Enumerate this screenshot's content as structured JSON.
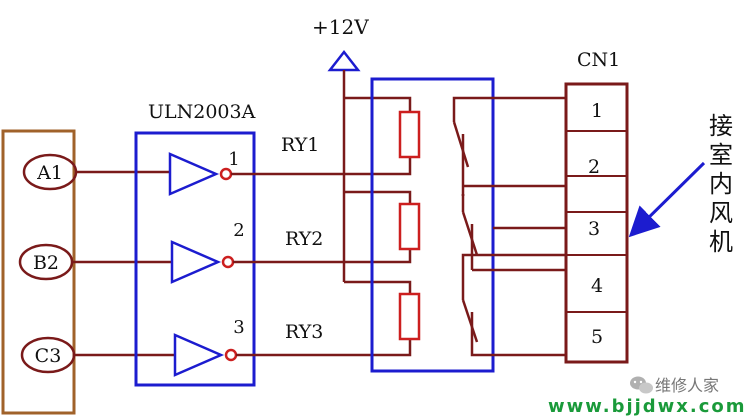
{
  "colors": {
    "wire": "#7a1a1a",
    "block": "#1c1ccf",
    "input_box": "#a0622a",
    "resistor": "#cc1f1f",
    "arrow": "#1c1ccf",
    "watermark": "#1a9a3a"
  },
  "supply": {
    "label": "+12V"
  },
  "inputs": [
    {
      "label": "A1"
    },
    {
      "label": "B2"
    },
    {
      "label": "C3"
    }
  ],
  "driver": {
    "label": "ULN2003A",
    "pins": [
      "1",
      "2",
      "3"
    ]
  },
  "relays": [
    "RY1",
    "RY2",
    "RY3"
  ],
  "connector": {
    "label": "CN1",
    "pins": [
      "1",
      "2",
      "3",
      "4",
      "5"
    ]
  },
  "annotation": {
    "chars": [
      "接",
      "室",
      "内",
      "风",
      "机"
    ]
  },
  "watermark": {
    "brand": "维修人家",
    "url": "www.bjjdwx.com",
    "icon": "wechat-icon"
  }
}
